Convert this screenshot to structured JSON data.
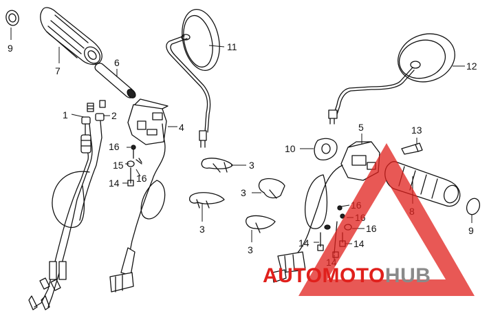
{
  "diagram": {
    "type": "exploded-parts-diagram",
    "line_color": "#111111",
    "background": "#ffffff",
    "callouts": [
      {
        "id": "c9a",
        "label": "9"
      },
      {
        "id": "c7",
        "label": "7"
      },
      {
        "id": "c6",
        "label": "6"
      },
      {
        "id": "c1",
        "label": "1"
      },
      {
        "id": "c2",
        "label": "2"
      },
      {
        "id": "c4",
        "label": "4"
      },
      {
        "id": "c16a",
        "label": "16"
      },
      {
        "id": "c15",
        "label": "15"
      },
      {
        "id": "c16b",
        "label": "16"
      },
      {
        "id": "c14a",
        "label": "14"
      },
      {
        "id": "c11",
        "label": "11"
      },
      {
        "id": "c3a",
        "label": "3"
      },
      {
        "id": "c3b",
        "label": "3"
      },
      {
        "id": "c3c",
        "label": "3"
      },
      {
        "id": "c3d",
        "label": "3"
      },
      {
        "id": "c12",
        "label": "12"
      },
      {
        "id": "c5",
        "label": "5"
      },
      {
        "id": "c13",
        "label": "13"
      },
      {
        "id": "c10",
        "label": "10"
      },
      {
        "id": "c8",
        "label": "8"
      },
      {
        "id": "c16c",
        "label": "16"
      },
      {
        "id": "c16d",
        "label": "16"
      },
      {
        "id": "c16e",
        "label": "16"
      },
      {
        "id": "c9b",
        "label": "9"
      },
      {
        "id": "c14b",
        "label": "14"
      },
      {
        "id": "c14c",
        "label": "14"
      },
      {
        "id": "c14d",
        "label": "14"
      }
    ]
  },
  "watermark": {
    "text_part1": "AUTO",
    "text_part2": "MOTO",
    "text_part3": "HUB",
    "color_primary": "#e0201c",
    "color_secondary": "#8a8a8a",
    "opacity": 0.75
  }
}
